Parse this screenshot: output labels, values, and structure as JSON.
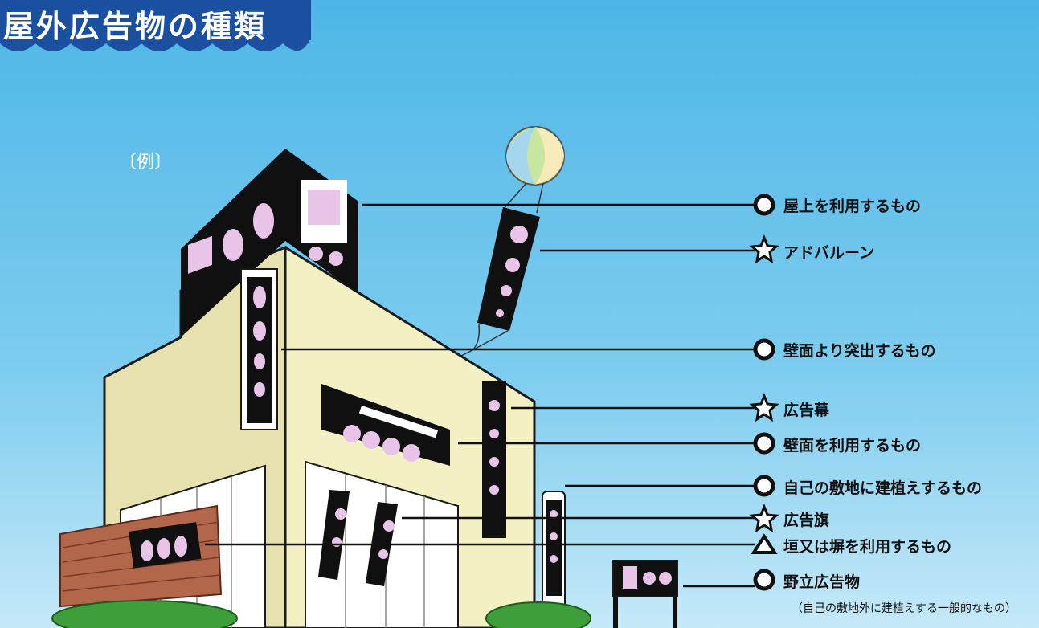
{
  "title": "屋外広告物の種類",
  "example": "〔例〕",
  "colors": {
    "sky_top": "#4db6e6",
    "sky_bottom": "#c5e9f8",
    "building": "#f3f0c4",
    "shadow": "#d8d3a2",
    "sign": "#101010",
    "sign_fill": "#e8c4e8",
    "fence": "#b2664a",
    "bush": "#3e9e3a"
  },
  "items": [
    {
      "marker": "circle",
      "label": "屋上を利用するもの"
    },
    {
      "marker": "star",
      "label": "アドバルーン"
    },
    {
      "marker": "circle",
      "label": "壁面より突出するもの"
    },
    {
      "marker": "star",
      "label": "広告幕"
    },
    {
      "marker": "circle",
      "label": "壁面を利用するもの"
    },
    {
      "marker": "circle",
      "label": "自己の敷地に建植えするもの"
    },
    {
      "marker": "star",
      "label": "広告旗"
    },
    {
      "marker": "triangle",
      "label": "垣又は塀を利用するもの"
    },
    {
      "marker": "circle",
      "label": "野立広告物"
    }
  ],
  "note": "（自己の敷地外に建植えする一般的なもの）"
}
